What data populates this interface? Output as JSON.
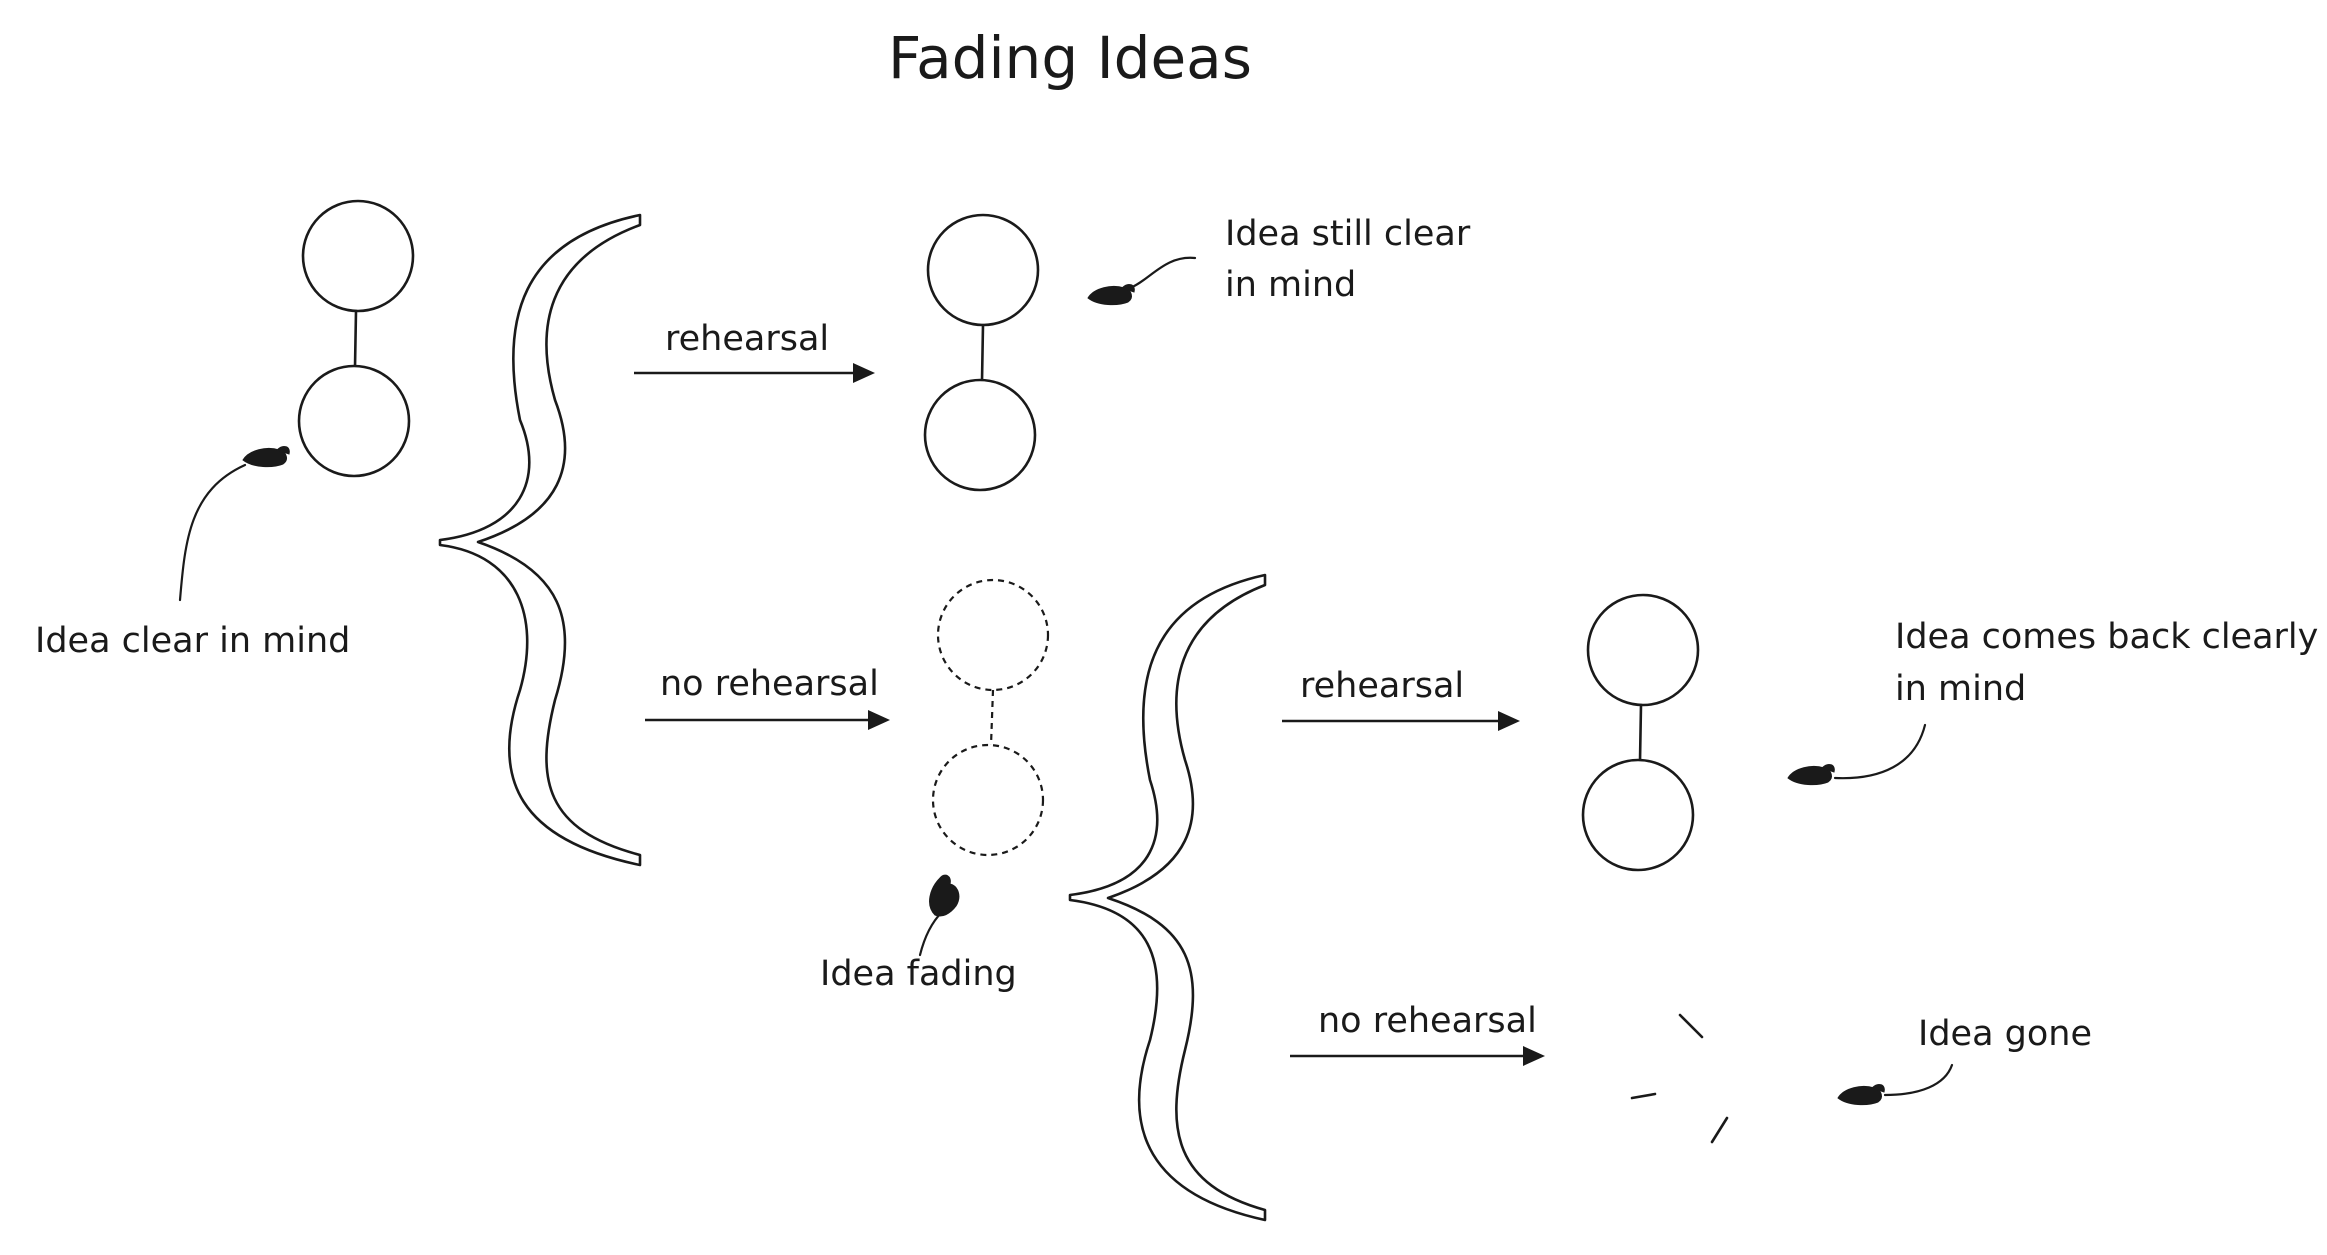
{
  "title": "Fading Ideas",
  "labels": {
    "idea_clear": "Idea clear in mind",
    "rehearsal_top": "rehearsal",
    "idea_still_clear_line1": "Idea still clear",
    "idea_still_clear_line2": "in mind",
    "no_rehearsal_mid": "no rehearsal",
    "idea_fading": "Idea fading",
    "rehearsal_right": "rehearsal",
    "comes_back_line1": "Idea comes back clearly",
    "comes_back_line2": "in mind",
    "no_rehearsal_bottom": "no rehearsal",
    "idea_gone": "Idea gone"
  }
}
